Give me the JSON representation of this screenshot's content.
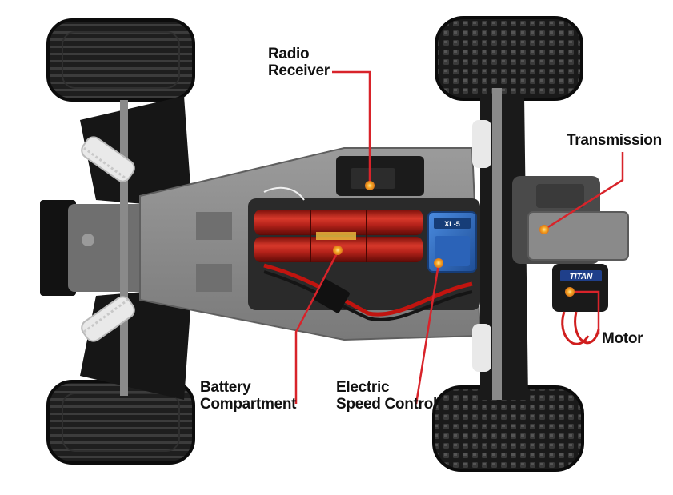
{
  "figure": {
    "kind": "annotated product photo",
    "subject": "RC buggy chassis, top view",
    "colors": {
      "background": "#ffffff",
      "leader_line": "#d8232a",
      "marker": "#f39c12",
      "label_text": "#111111",
      "chassis_plate": "#8e8e8e",
      "tire": "#1c1c1c",
      "battery": "#b52218",
      "esc": "#2f6fc7"
    }
  },
  "callouts": [
    {
      "id": "radio-receiver",
      "lines": [
        "Radio",
        "Receiver"
      ]
    },
    {
      "id": "transmission",
      "lines": [
        "Transmission"
      ]
    },
    {
      "id": "motor",
      "lines": [
        "Motor"
      ]
    },
    {
      "id": "battery-compartment",
      "lines": [
        "Battery",
        "Compartment"
      ]
    },
    {
      "id": "electric-speed-control",
      "lines": [
        "Electric",
        "Speed Control"
      ]
    }
  ],
  "decals": {
    "esc_badge": "XL-5",
    "motor_badge": "TITAN"
  }
}
